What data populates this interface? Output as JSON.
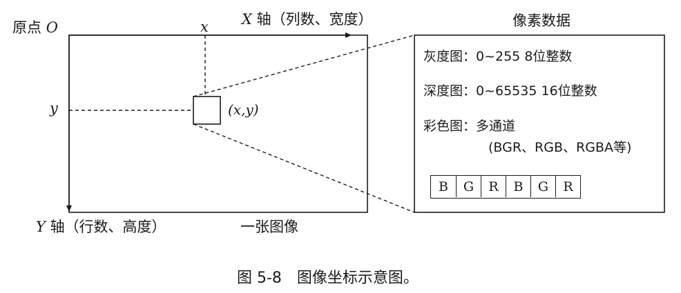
{
  "origin": {
    "label": "原点",
    "symbol": "O"
  },
  "x_axis": {
    "symbol": "X",
    "label": "轴（列数、宽度）"
  },
  "y_axis": {
    "symbol": "Y",
    "label": "轴（行数、高度）"
  },
  "coord": {
    "x": "x",
    "y": "y",
    "point": "(x,y)"
  },
  "image_caption": "一张图像",
  "pixel_panel": {
    "title": "像素数据",
    "gray": "灰度图：0~255  8位整数",
    "depth": "深度图：0~65535  16位整数",
    "color_line1": "彩色图：多通道",
    "color_line2": "(BGR、RGB、RGBA等)",
    "channels": [
      "B",
      "G",
      "R",
      "B",
      "G",
      "R"
    ]
  },
  "figure_caption": "图 5-8　图像坐标示意图。"
}
